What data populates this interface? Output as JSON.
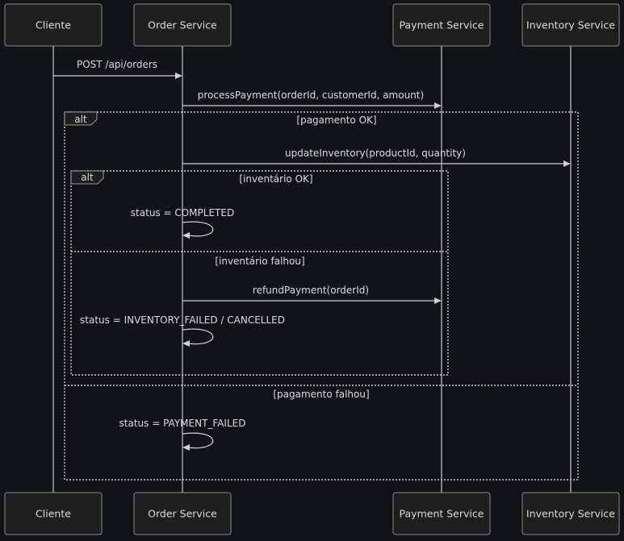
{
  "diagram": {
    "type": "sequence",
    "participants": [
      {
        "id": "cliente",
        "label": "Cliente"
      },
      {
        "id": "order",
        "label": "Order Service"
      },
      {
        "id": "payment",
        "label": "Payment Service"
      },
      {
        "id": "inventory",
        "label": "Inventory Service"
      }
    ],
    "messages": [
      {
        "from": "cliente",
        "to": "order",
        "label": "POST /api/orders"
      },
      {
        "from": "order",
        "to": "payment",
        "label": "processPayment(orderId, customerId, amount)"
      },
      {
        "from": "order",
        "to": "inventory",
        "label": "updateInventory(productId, quantity)"
      },
      {
        "from": "order",
        "to": "order",
        "label": "status = COMPLETED"
      },
      {
        "from": "order",
        "to": "payment",
        "label": "refundPayment(orderId)"
      },
      {
        "from": "order",
        "to": "order",
        "label": "status = INVENTORY_FAILED / CANCELLED"
      },
      {
        "from": "order",
        "to": "order",
        "label": "status = PAYMENT_FAILED"
      }
    ],
    "frames": [
      {
        "kind": "alt",
        "label": "alt",
        "sections": [
          "[pagamento OK]",
          "[pagamento falhou]"
        ]
      },
      {
        "kind": "alt",
        "label": "alt",
        "sections": [
          "[inventário OK]",
          "[inventário falhou]"
        ]
      }
    ],
    "colors": {
      "background": "#111317",
      "actor_fill": "#1e1e1e",
      "line": "#d0d0d0",
      "text": "#dcdcdc"
    }
  }
}
